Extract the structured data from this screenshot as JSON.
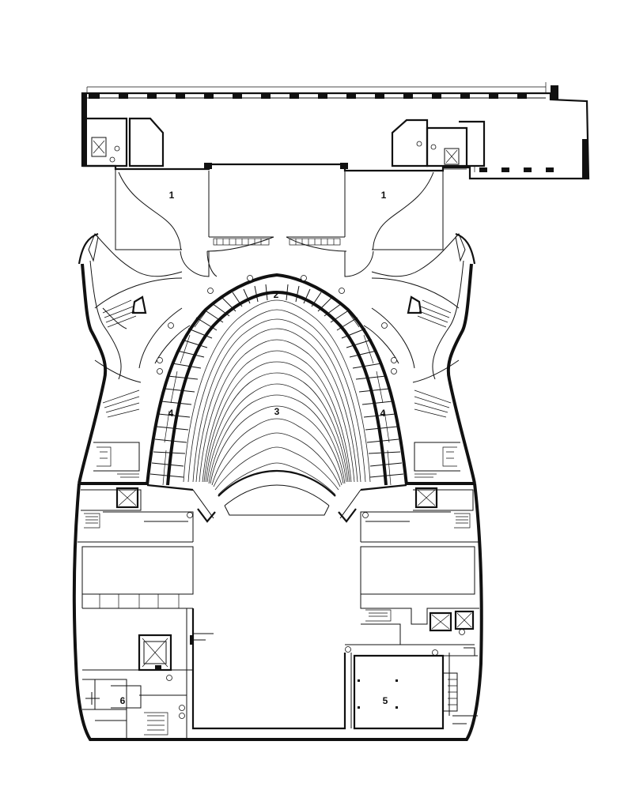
{
  "labels": {
    "foyer_left": "1",
    "foyer_right": "1",
    "rear_aisle": "2",
    "auditorium": "3",
    "side_left": "4",
    "side_right": "4",
    "room_right": "5",
    "room_left": "6"
  }
}
